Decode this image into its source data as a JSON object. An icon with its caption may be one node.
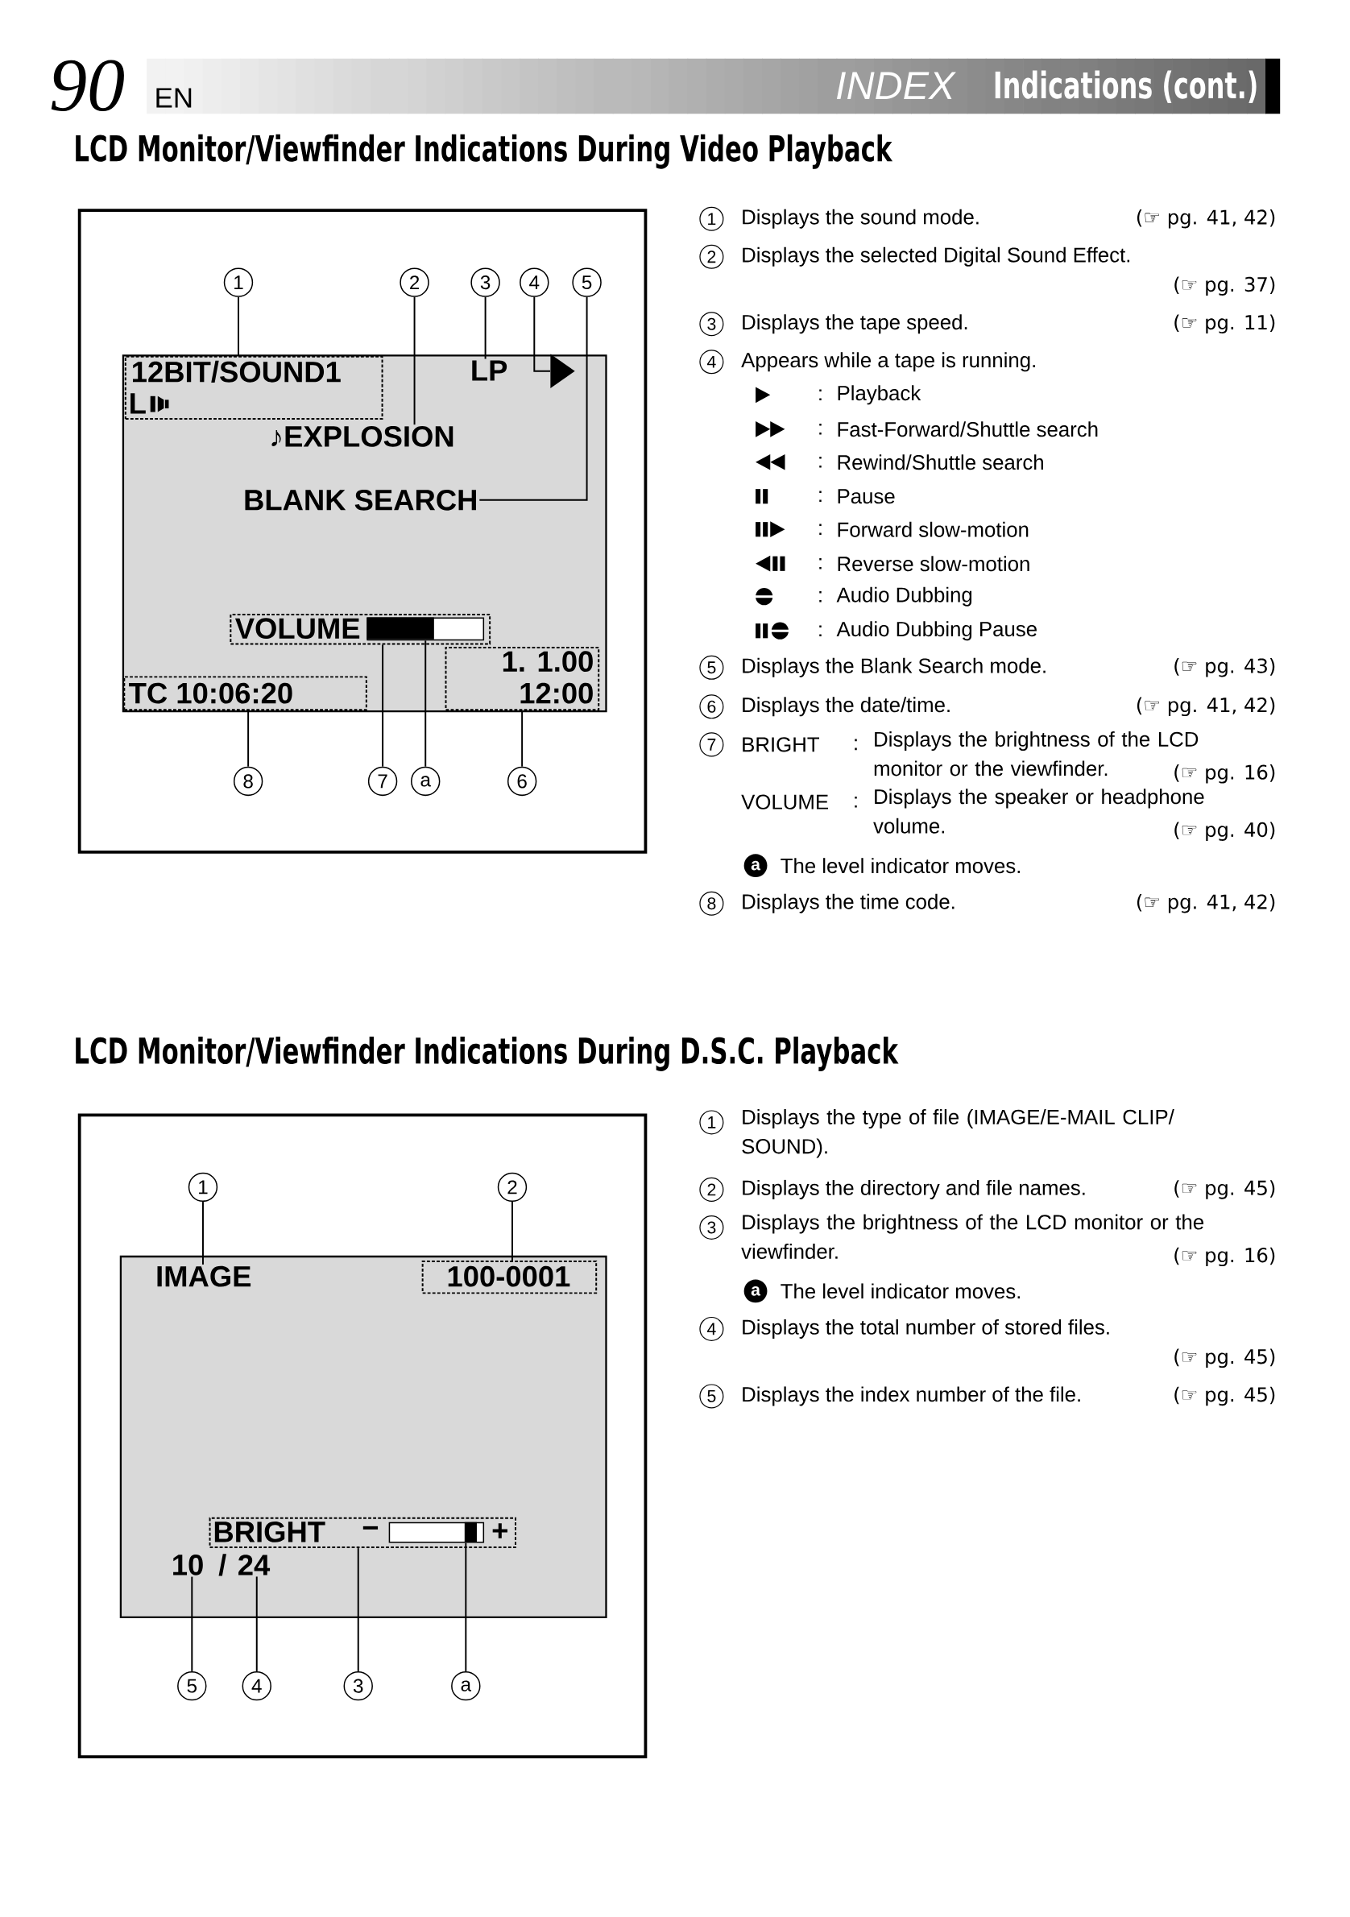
{
  "diagram": {
    "nodes": [
      {
        "text": [
          "1"
        ]
      },
      {
        "text": [
          "2"
        ]
      },
      {
        "text": [
          "3"
        ]
      },
      {
        "text": [
          "4"
        ]
      },
      {
        "text": [
          "5"
        ]
      },
      {
        "text": [],
        "shape": "box"
      },
      {
        "text": [
          "12BIT/SOUND1",
          "L"
        ],
        "in": 5
      },
      {
        "text": [
          "LP"
        ],
        "in": 5
      },
      {
        "text": [],
        "shape": "triangle",
        "in": 5
      },
      {
        "text": [
          "♪EXPLOSION"
        ],
        "in": 5
      },
      {
        "text": [
          "BLANK SEARCH"
        ],
        "in": 5
      },
      {
        "text": [
          "VOLUME"
        ],
        "in": 5
      },
      {
        "text": [],
        "shape": "bar",
        "in": 11
      },
      {
        "text": [
          "1. 1.00",
          "12:00"
        ],
        "in": 5
      },
      {
        "text": [
          "TC 10:06:20"
        ],
        "in": 5
      },
      {
        "text": [
          "8"
        ]
      },
      {
        "text": [
          "7"
        ]
      },
      {
        "text": [
          "a"
        ]
      },
      {
        "text": [
          "6"
        ]
      },
      {
        "text": [
          "1"
        ]
      },
      {
        "text": [
          "2"
        ]
      },
      {
        "text": [],
        "shape": "box"
      },
      {
        "text": [
          "IMAGE"
        ],
        "in": 21
      },
      {
        "text": [
          "100-0001"
        ],
        "in": 21
      },
      {
        "text": [
          "BRIGHT",
          "−",
          "+"
        ],
        "in": 21
      },
      {
        "text": [],
        "shape": "bar",
        "in": 24
      },
      {
        "text": [
          "10"
        ],
        "in": 21
      },
      {
        "text": [
          "24"
        ],
        "in": 21
      },
      {
        "text": [
          "5"
        ]
      },
      {
        "text": [
          "4"
        ]
      },
      {
        "text": [
          "3"
        ]
      },
      {
        "text": [
          "a"
        ]
      }
    ],
    "edges": [
      {
        "from": 0,
        "to": 6,
        "arrow": "none"
      },
      {
        "from": 1,
        "to": 9,
        "arrow": "none"
      },
      {
        "from": 2,
        "to": 7,
        "arrow": "none"
      },
      {
        "from": 3,
        "to": 8,
        "arrow": "none"
      },
      {
        "from": 4,
        "to": 10,
        "arrow": "none"
      },
      {
        "from": 15,
        "to": 14,
        "arrow": "none"
      },
      {
        "from": 16,
        "to": 11,
        "arrow": "none"
      },
      {
        "from": 17,
        "to": 12,
        "arrow": "none"
      },
      {
        "from": 18,
        "to": 13,
        "arrow": "none"
      },
      {
        "from": 19,
        "to": 22,
        "arrow": "none"
      },
      {
        "from": 20,
        "to": 23,
        "arrow": "none"
      },
      {
        "from": 28,
        "to": 26,
        "arrow": "none"
      },
      {
        "from": 29,
        "to": 27,
        "arrow": "none"
      },
      {
        "from": 30,
        "to": 24,
        "arrow": "none"
      },
      {
        "from": 31,
        "to": 25,
        "arrow": "none"
      }
    ],
    "labels": [
      "90",
      "EN",
      "INDEX",
      "Indications (cont.)",
      "LCD Monitor/Viewfinder Indications During Video Playback",
      "1",
      "Displays the sound mode.",
      "(☞ pg. 41, 42)",
      "2",
      "Displays the selected Digital Sound Effect.",
      "(☞ pg. 37)",
      "3",
      "Displays the tape speed.",
      "(☞ pg. 11)",
      "4",
      "Appears while a tape is running.",
      ":",
      "Playback",
      ":",
      "Fast-Forward/Shuttle search",
      ":",
      "Rewind/Shuttle search",
      ":",
      "Pause",
      ":",
      "Forward slow-motion",
      ":",
      "Reverse slow-motion",
      ":",
      "Audio Dubbing",
      ":",
      "Audio Dubbing Pause",
      "5",
      "Displays the Blank Search mode.",
      "(☞ pg. 43)",
      "6",
      "Displays the date/time.",
      "(☞ pg. 41, 42)",
      "7",
      "BRIGHT",
      ":",
      "Displays the brightness of the LCD monitor or the viewfinder.",
      "(☞ pg. 16)",
      "VOLUME",
      ":",
      "Displays the speaker or headphone volume.",
      "(☞ pg. 40)",
      "a",
      "The level indicator moves.",
      "8",
      "Displays the time code.",
      "(☞ pg. 41, 42)",
      "LCD Monitor/Viewfinder Indications During D.S.C. Playback",
      "/",
      "1",
      "Displays the type of file (IMAGE/E-MAIL CLIP/ SOUND).",
      "2",
      "Displays the directory and file names.",
      "(☞ pg. 45)",
      "3",
      "Displays the brightness of the LCD monitor or the viewfinder.",
      "(☞ pg. 16)",
      "a",
      "The level indicator moves.",
      "4",
      "Displays the total number of stored files.",
      "(☞ pg. 45)",
      "5",
      "Displays the index number of the file.",
      "(☞ pg. 45)"
    ]
  }
}
